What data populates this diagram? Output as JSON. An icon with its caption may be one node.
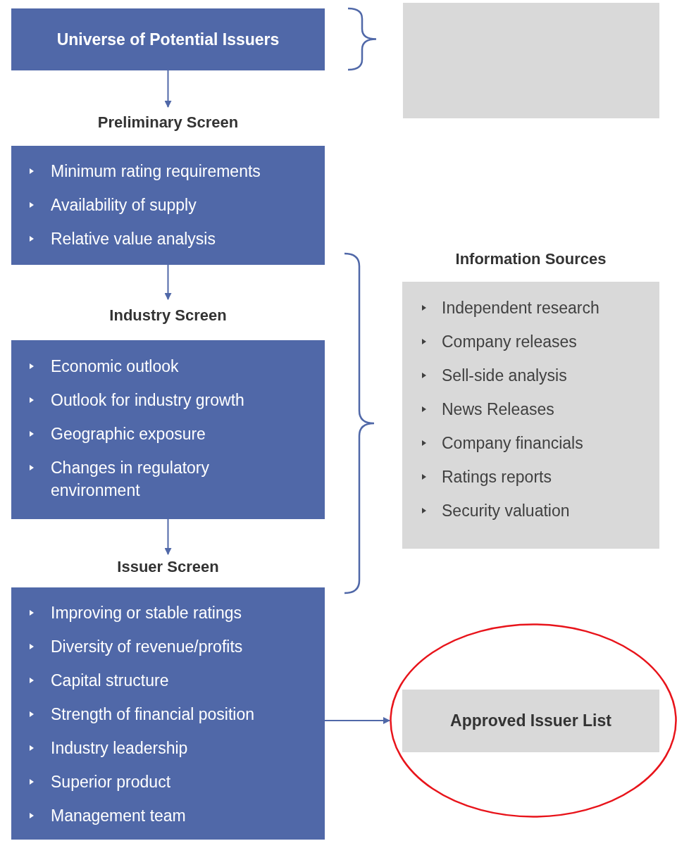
{
  "diagram": {
    "nodes": [
      {
        "text": [
          "Universe of Potential Issuers"
        ]
      },
      {
        "text": [],
        "shape": "box"
      },
      {
        "text": [
          "Preliminary Screen",
          "Minimum rating requirements",
          "Availability of supply",
          "Relative value analysis"
        ]
      },
      {
        "text": [
          "Industry Screen",
          "Economic outlook",
          "Outlook for industry growth",
          "Geographic exposure",
          "Changes in regulatory environment"
        ]
      },
      {
        "text": [
          "Information Sources",
          "Independent research",
          "Company releases",
          "Sell-side analysis",
          "News Releases",
          "Company financials",
          "Ratings reports",
          "Security valuation"
        ]
      },
      {
        "text": [
          "Issuer Screen",
          "Improving or stable ratings",
          "Diversity of revenue/profits",
          "Capital structure",
          "Strength of financial position",
          "Industry leadership",
          "Superior product",
          "Management team"
        ]
      },
      {
        "text": [],
        "shape": "circle"
      },
      {
        "text": [
          "Approved Issuer List"
        ],
        "in": 6
      }
    ],
    "edges": [
      {
        "from": 0,
        "to": 2,
        "arrow": "to"
      },
      {
        "from": 2,
        "to": 3,
        "arrow": "to"
      },
      {
        "from": 3,
        "to": 5,
        "arrow": "to"
      },
      {
        "from": 5,
        "to": 6,
        "arrow": "to"
      }
    ]
  }
}
